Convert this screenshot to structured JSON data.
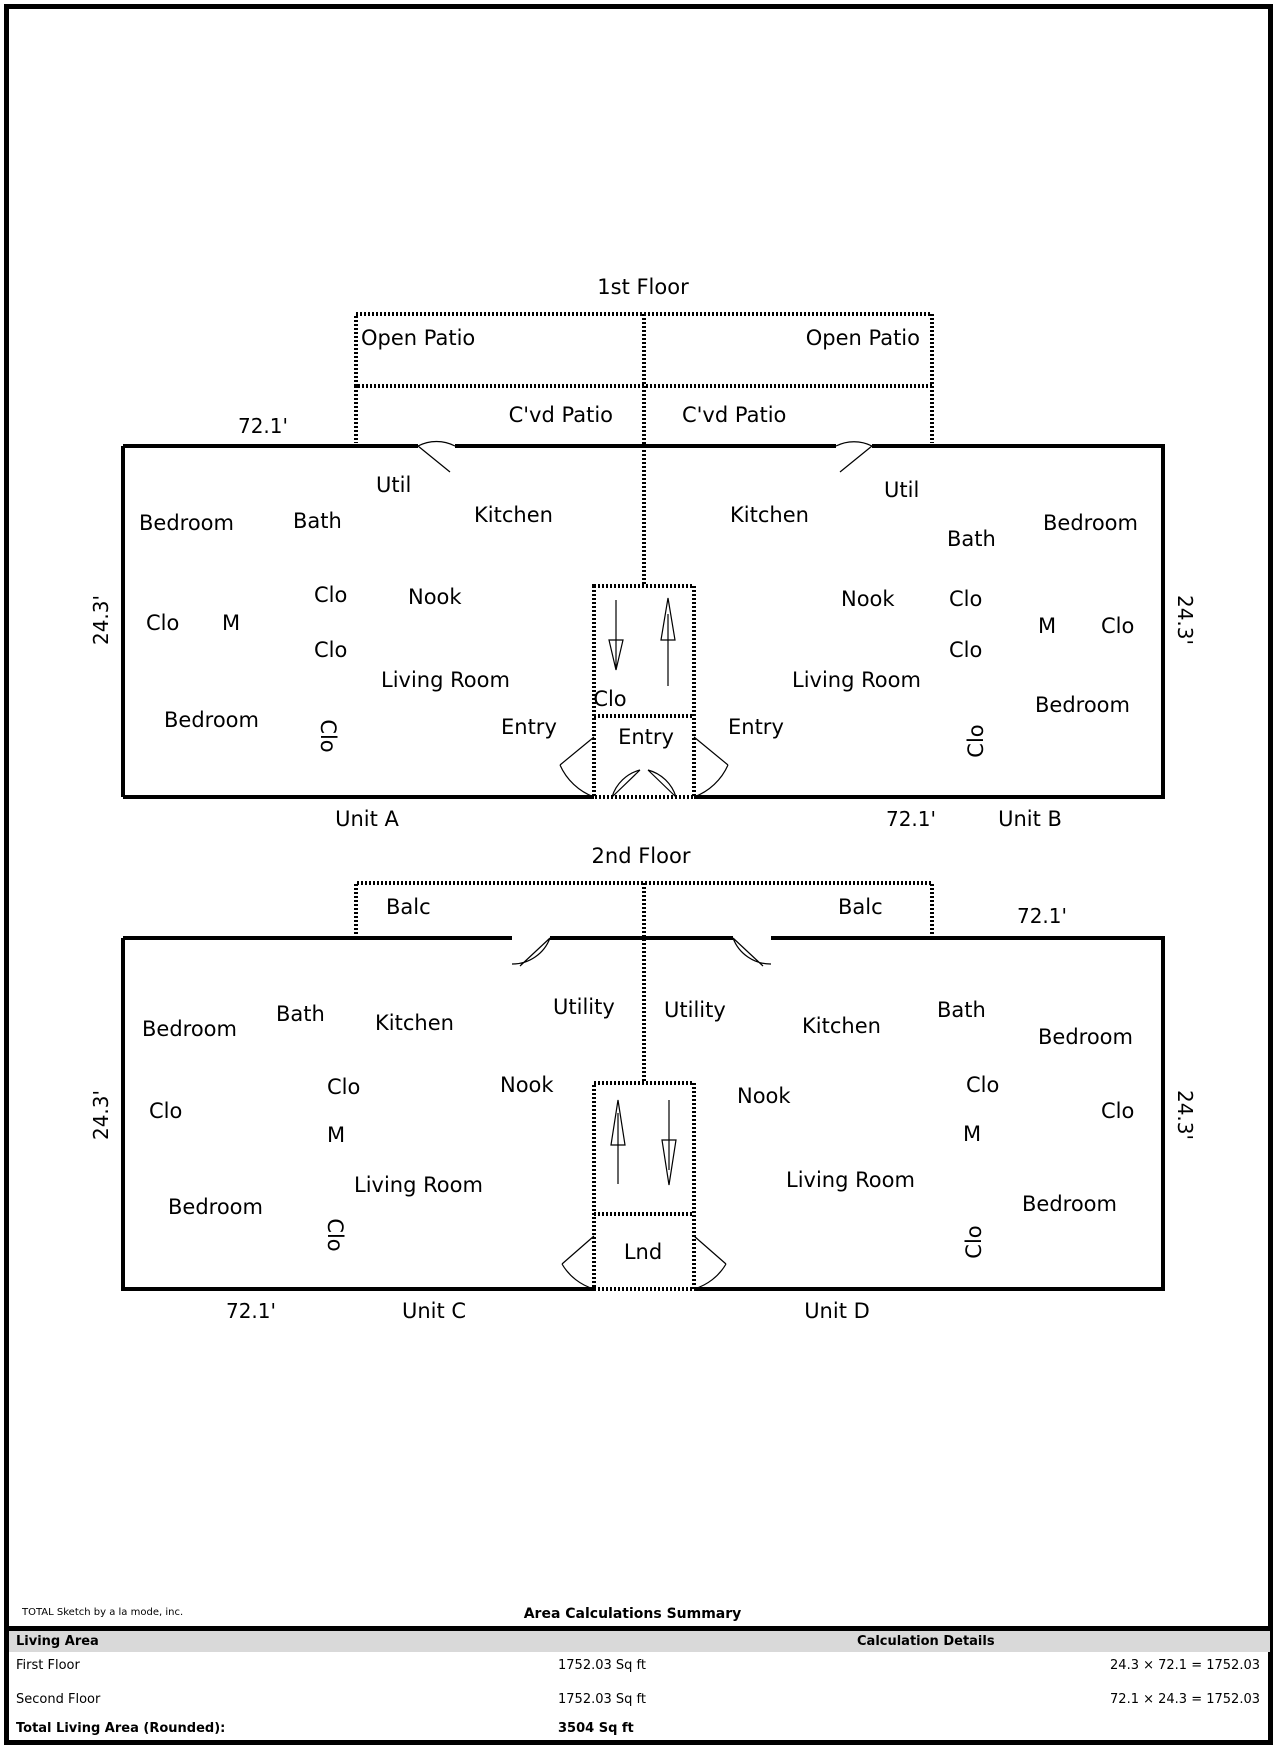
{
  "floors": {
    "first": {
      "title": "1st Floor",
      "unit_a": {
        "name": "Unit A",
        "rooms": [
          "Bedroom",
          "Bath",
          "Kitchen",
          "Util",
          "Clo",
          "M",
          "Clo",
          "Nook",
          "Clo",
          "Living Room",
          "Bedroom",
          "Clo",
          "Entry"
        ]
      },
      "unit_b": {
        "name": "Unit B",
        "rooms": [
          "Kitchen",
          "Util",
          "Bath",
          "Bedroom",
          "Nook",
          "Clo",
          "M",
          "Clo",
          "Clo",
          "Living Room",
          "Bedroom",
          "Entry",
          "Clo"
        ]
      },
      "shared": {
        "open_patio_left": "Open Patio",
        "open_patio_right": "Open Patio",
        "cvd_patio_left": "C'vd Patio",
        "cvd_patio_right": "C'vd Patio",
        "stair_clo": "Clo",
        "entry": "Entry"
      },
      "dims": {
        "top_left": "72.1'",
        "left": "24.3'",
        "right": "24.3'",
        "bottom_right": "72.1'"
      }
    },
    "second": {
      "title": "2nd Floor",
      "unit_c": {
        "name": "Unit C",
        "rooms": [
          "Bedroom",
          "Bath",
          "Kitchen",
          "Utility",
          "Clo",
          "Clo",
          "M",
          "Nook",
          "Living Room",
          "Bedroom",
          "Clo"
        ]
      },
      "unit_d": {
        "name": "Unit D",
        "rooms": [
          "Utility",
          "Kitchen",
          "Bath",
          "Bedroom",
          "Nook",
          "Clo",
          "Clo",
          "M",
          "Living Room",
          "Bedroom",
          "Clo"
        ]
      },
      "shared": {
        "balc_left": "Balc",
        "balc_right": "Balc",
        "landing": "Lnd"
      },
      "dims": {
        "top_right": "72.1'",
        "left": "24.3'",
        "right": "24.3'",
        "bottom_left": "72.1'"
      }
    }
  },
  "credit": "TOTAL Sketch by a la mode, inc.",
  "summary": {
    "title": "Area Calculations Summary",
    "header_left": "Living Area",
    "header_right": "Calculation Details",
    "rows": [
      {
        "label": "First Floor",
        "area": "1752.03 Sq ft",
        "calc": "24.3 × 72.1 =  1752.03"
      },
      {
        "label": "Second Floor",
        "area": "1752.03 Sq ft",
        "calc": "72.1 × 24.3 =  1752.03"
      }
    ],
    "total_label": "Total Living Area (Rounded):",
    "total_area": "3504 Sq ft"
  }
}
